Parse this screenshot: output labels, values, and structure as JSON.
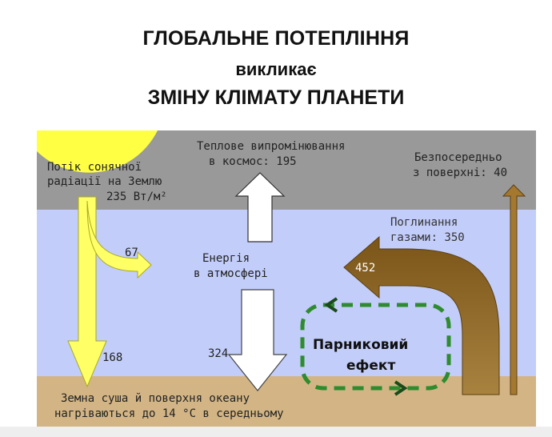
{
  "title": {
    "line1": "ГЛОБАЛЬНЕ ПОТЕПЛІННЯ",
    "line2": "викликає",
    "line3": "ЗМІНУ КЛІМАТУ ПЛАНЕТИ"
  },
  "diagram": {
    "solar_label_1": "Потік сонячної",
    "solar_label_2": "радіації на Землю",
    "solar_label_3": "235 Вт/м²",
    "space_label_1": "Теплове випромінювання",
    "space_label_2": "в космос: 195",
    "direct_label_1": "Безпосередньо",
    "direct_label_2": "з поверхні: 40",
    "absorb_label_1": "Поглинання",
    "absorb_label_2": "газами: 350",
    "reflect_value": "67",
    "atmos_label_1": "Енергія",
    "atmos_label_2": "в атмосфері",
    "back_value": "452",
    "solar_surface_value": "168",
    "down_value": "324",
    "greenhouse_1": "Парниковий",
    "greenhouse_2": "ефект",
    "ground_label_1": "Земна суша й поверхня океану",
    "ground_label_2": "нагріваються до 14 °C в середньому"
  },
  "colors": {
    "space": "#999999",
    "atmosphere": "#c2cdf9",
    "ground": "#d3b585",
    "sun": "#ffff44",
    "solar_arrow": "#ffff66",
    "emission_arrow": "#a57830",
    "greenhouse_loop": "#2e8b2e"
  }
}
